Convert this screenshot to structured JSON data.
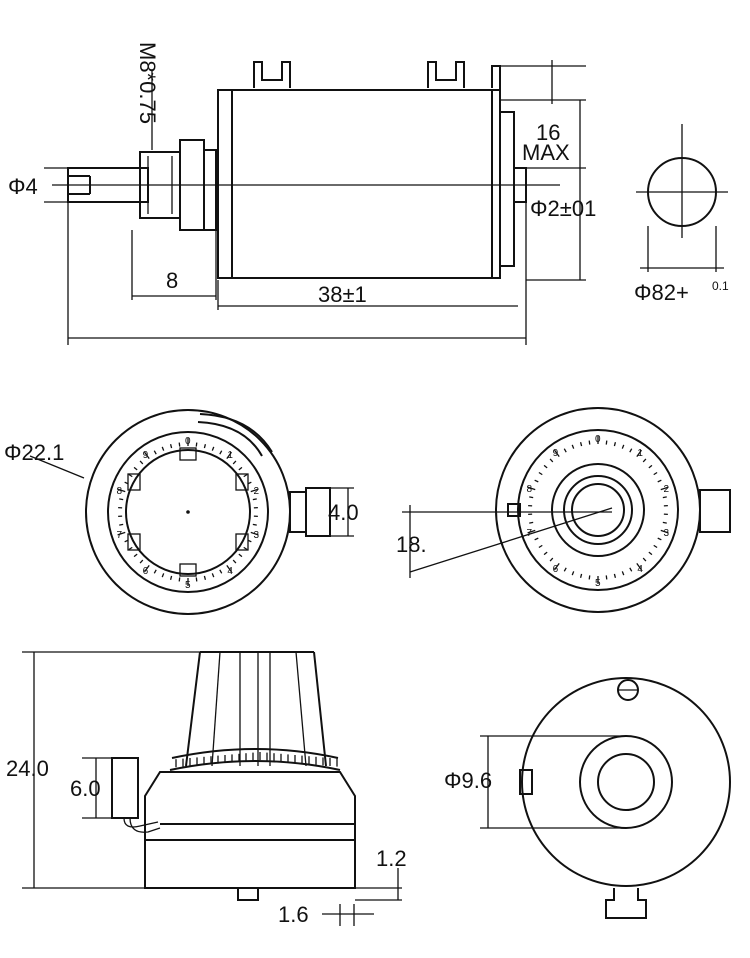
{
  "top_view": {
    "thread_label": "M8*0.75",
    "shaft_dia": "Φ4",
    "bushing_length": "8",
    "body_length": "38±1",
    "terminal_height": "16",
    "terminal_max": "MAX",
    "terminal_pin": "Φ2±01",
    "end_dia_main": "Φ82+",
    "end_dia_tol": "0.1"
  },
  "dial_front": {
    "outer_dia": "Φ22.1",
    "lock_width": "4.0",
    "ticks": [
      "0",
      "1",
      "2",
      "3",
      "4",
      "5",
      "6",
      "7",
      "8",
      "9",
      "2",
      "7"
    ]
  },
  "dial_side": {
    "angle": "18."
  },
  "side_view": {
    "total_height": "24.0",
    "lock_height": "6.0",
    "base_step": "1.2",
    "base_offset": "1.6"
  },
  "bottom_view": {
    "hub_dia": "Φ9.6"
  }
}
